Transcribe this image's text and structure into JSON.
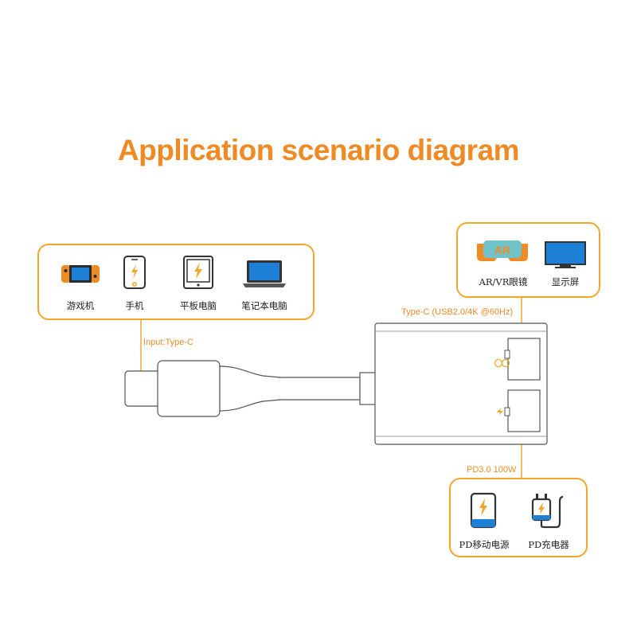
{
  "title": "Application scenario diagram",
  "input_devices": [
    {
      "label": "游戏机",
      "icon": "game-console-icon"
    },
    {
      "label": "手机",
      "icon": "phone-icon"
    },
    {
      "label": "平板电脑",
      "icon": "tablet-icon"
    },
    {
      "label": "笔记本电脑",
      "icon": "laptop-icon"
    }
  ],
  "input_label": "Input:Type-C",
  "output_devices": [
    {
      "label": "AR/VR眼镜",
      "icon": "ar-vr-glasses-icon",
      "icon_text": "AR"
    },
    {
      "label": "显示屏",
      "icon": "monitor-icon"
    }
  ],
  "output_label": "Type-C (USB2.0/4K @60Hz)",
  "power_label": "PD3.0 100W",
  "power_devices": [
    {
      "label": "PD移动电源",
      "icon": "power-bank-icon"
    },
    {
      "label": "PD充电器",
      "icon": "charger-icon"
    }
  ],
  "colors": {
    "accent": "#f2a72c",
    "title": "#f08a24",
    "screen": "#1e7fd6",
    "line": "#cfcfcf"
  }
}
